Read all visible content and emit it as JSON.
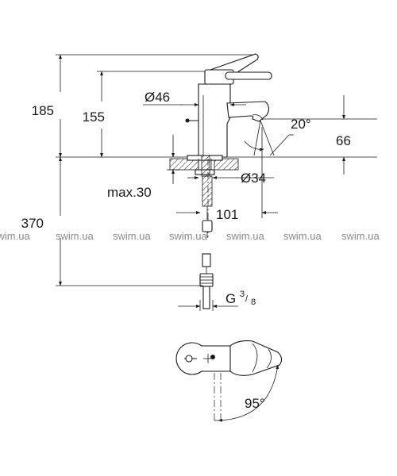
{
  "dimensions": {
    "total_height": "185",
    "spout_height": "155",
    "body_diameter": "Ø46",
    "spout_angle": "20°",
    "spout_clearance": "66",
    "hole_diameter": "Ø34",
    "max_deck_thickness": "max.30",
    "spout_reach": "101",
    "hose_length": "370",
    "connection_thread": "G",
    "thread_num": "3",
    "thread_den": "8",
    "lever_rotation": "95°"
  },
  "watermark": [
    "swim.ua",
    "swim.ua",
    "swim.ua",
    "swim.ua",
    "swim.ua",
    "swim.ua",
    "swim.ua"
  ]
}
